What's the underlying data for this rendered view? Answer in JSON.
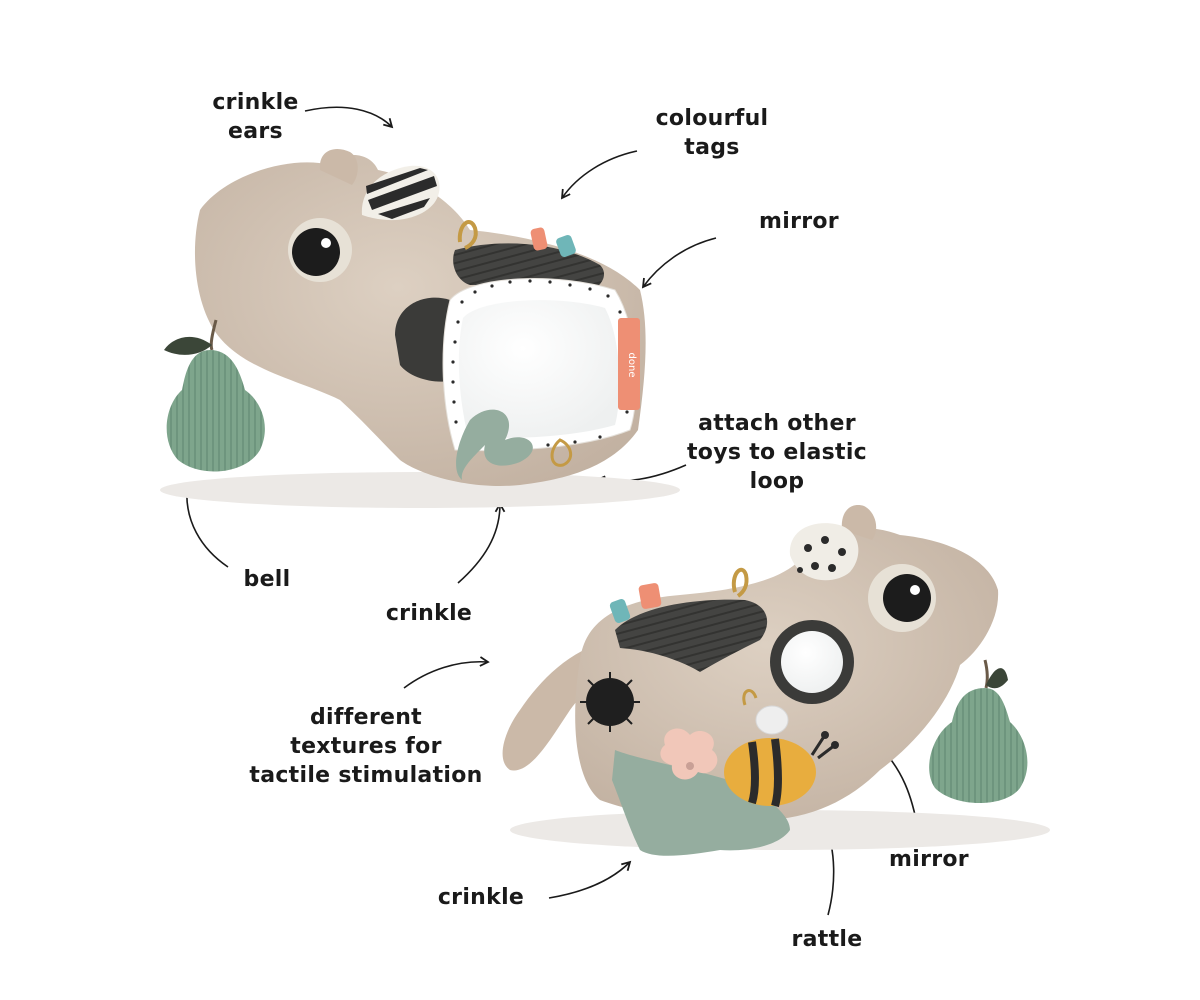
{
  "labels": {
    "crinkle_ears": "crinkle\nears",
    "colourful_tags": "colourful\ntags",
    "mirror_top": "mirror",
    "attach_loop": "attach other\ntoys to elastic\nloop",
    "bell": "bell",
    "crinkle_middle": "crinkle",
    "different_textures": "different\ntextures for\ntactile stimulation",
    "crinkle_bottom": "crinkle",
    "mirror_bottom": "mirror",
    "rattle": "rattle"
  },
  "brand_tag": "done",
  "colors": {
    "plush_beige": "#d3c3b4",
    "pear_green": "#7ea58c",
    "dark_patch": "#3d3d3b",
    "bee_yellow": "#e8ad3e",
    "tag_coral": "#ee8f74",
    "tag_teal": "#6fb6b8"
  }
}
